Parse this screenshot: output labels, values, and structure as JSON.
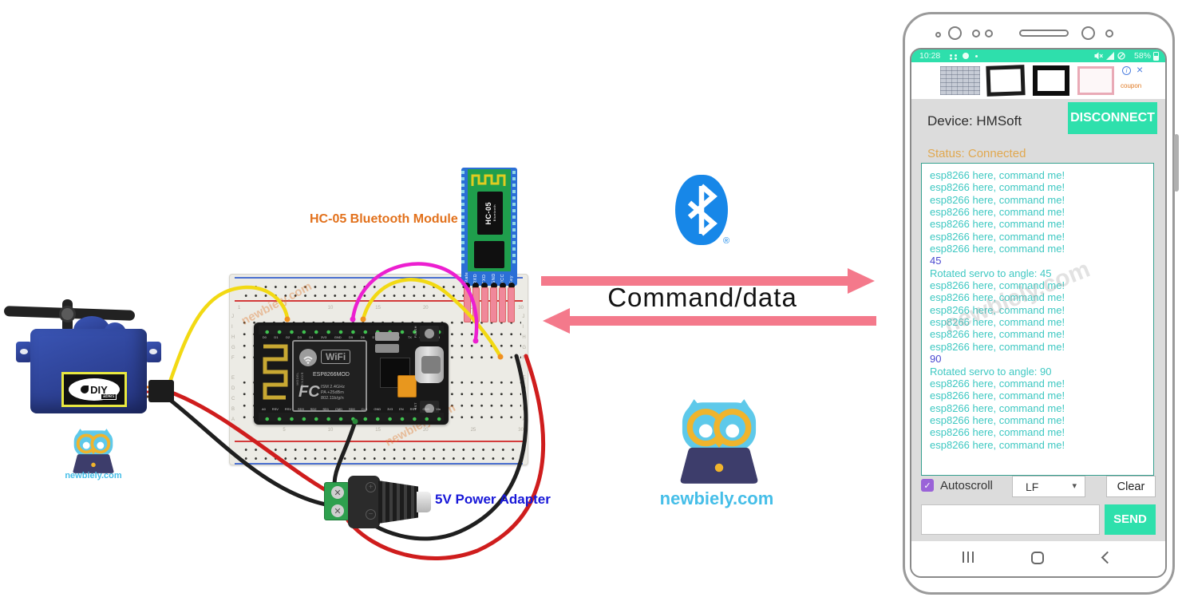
{
  "colors": {
    "teal": "#2ee0ac",
    "terminal_text": "#3ec8c2",
    "purple": "#4a48d0",
    "status_orange": "#e1a84f",
    "arrow_pink": "#f4798b",
    "label_orange": "#e2711c",
    "label_blue": "#1717d8",
    "brand_cyan": "#45bee8"
  },
  "left": {
    "hc05_label": "HC-05 Bluetooth Module",
    "power_label": "5V Power Adapter",
    "watermark": "newbiely.com",
    "owl_caption": "newbiely.com",
    "servo": {
      "brand_top": "DIY",
      "brand_bottom": "ables"
    },
    "hc05": {
      "chip_line1": "HC-05",
      "chip_line2": "Bluetooth",
      "pins": [
        "State",
        "RXD",
        "TXD",
        "GND",
        "VCC",
        "Key"
      ]
    },
    "esp": {
      "wifi_logo": "WiFi",
      "fcc_logo": "FC",
      "vendor_line1": "MODEL",
      "vendor_line2": "VENDOR",
      "model": "ESP8266MOD",
      "spec1": "ISM 2.4GHz",
      "spec2": "PA +25dBm",
      "spec3": "802.11b/g/n",
      "flash_btn": "FLASH",
      "rst_btn": "RST",
      "pins_top": [
        "D0",
        "D1",
        "D2",
        "D3",
        "D4",
        "3V3",
        "GND",
        "D5",
        "D6",
        "D7",
        "D8",
        "RX",
        "TX",
        "GND",
        "3V3"
      ],
      "pins_bottom": [
        "A0",
        "RSV",
        "RSV",
        "SD3",
        "SD2",
        "SD1",
        "CMD",
        "SD0",
        "CLK",
        "GND",
        "3V3",
        "EN",
        "RST",
        "GND",
        "Vin"
      ]
    },
    "breadboard": {
      "col_numbers": [
        "1",
        "5",
        "10",
        "15",
        "20",
        "25",
        "30"
      ],
      "rows_top": [
        "J",
        "I",
        "H",
        "G",
        "F"
      ],
      "rows_bottom": [
        "E",
        "D",
        "C",
        "B",
        "A"
      ]
    }
  },
  "middle": {
    "command_label": "Command/data",
    "registered_mark": "®",
    "owl_caption": "newbiely.com"
  },
  "phone": {
    "status_bar": {
      "time": "10:28",
      "battery": "58%"
    },
    "banner": {
      "info_icon": "i",
      "close_icon": "×",
      "attribution": "coupon"
    },
    "app": {
      "device_label": "Device: HMSoft",
      "disconnect_button": "DISCONNECT",
      "status_text": "Status: Connected",
      "terminal": {
        "watermark": "newbiely.com",
        "lines": [
          {
            "t": "esp8266 here, command me!",
            "c": "teal"
          },
          {
            "t": "esp8266 here, command me!",
            "c": "teal"
          },
          {
            "t": "esp8266 here, command me!",
            "c": "teal"
          },
          {
            "t": "esp8266 here, command me!",
            "c": "teal"
          },
          {
            "t": "esp8266 here, command me!",
            "c": "teal"
          },
          {
            "t": "esp8266 here, command me!",
            "c": "teal"
          },
          {
            "t": "esp8266 here, command me!",
            "c": "teal"
          },
          {
            "t": "45",
            "c": "purple"
          },
          {
            "t": "Rotated servo to angle: 45",
            "c": "teal"
          },
          {
            "t": "esp8266 here, command me!",
            "c": "teal"
          },
          {
            "t": "esp8266 here, command me!",
            "c": "teal"
          },
          {
            "t": "esp8266 here, command me!",
            "c": "teal"
          },
          {
            "t": "esp8266 here, command me!",
            "c": "teal"
          },
          {
            "t": "esp8266 here, command me!",
            "c": "teal"
          },
          {
            "t": "esp8266 here, command me!",
            "c": "teal"
          },
          {
            "t": "90",
            "c": "purple"
          },
          {
            "t": "Rotated servo to angle: 90",
            "c": "teal"
          },
          {
            "t": "esp8266 here, command me!",
            "c": "teal"
          },
          {
            "t": "esp8266 here, command me!",
            "c": "teal"
          },
          {
            "t": "esp8266 here, command me!",
            "c": "teal"
          },
          {
            "t": "esp8266 here, command me!",
            "c": "teal"
          },
          {
            "t": "esp8266 here, command me!",
            "c": "teal"
          },
          {
            "t": "esp8266 here, command me!",
            "c": "teal"
          }
        ]
      },
      "autoscroll_label": "Autoscroll",
      "autoscroll_check": "✓",
      "line_ending_value": "LF",
      "dropdown_caret": "▾",
      "clear_button": "Clear",
      "send_button": "SEND",
      "input_value": ""
    }
  }
}
